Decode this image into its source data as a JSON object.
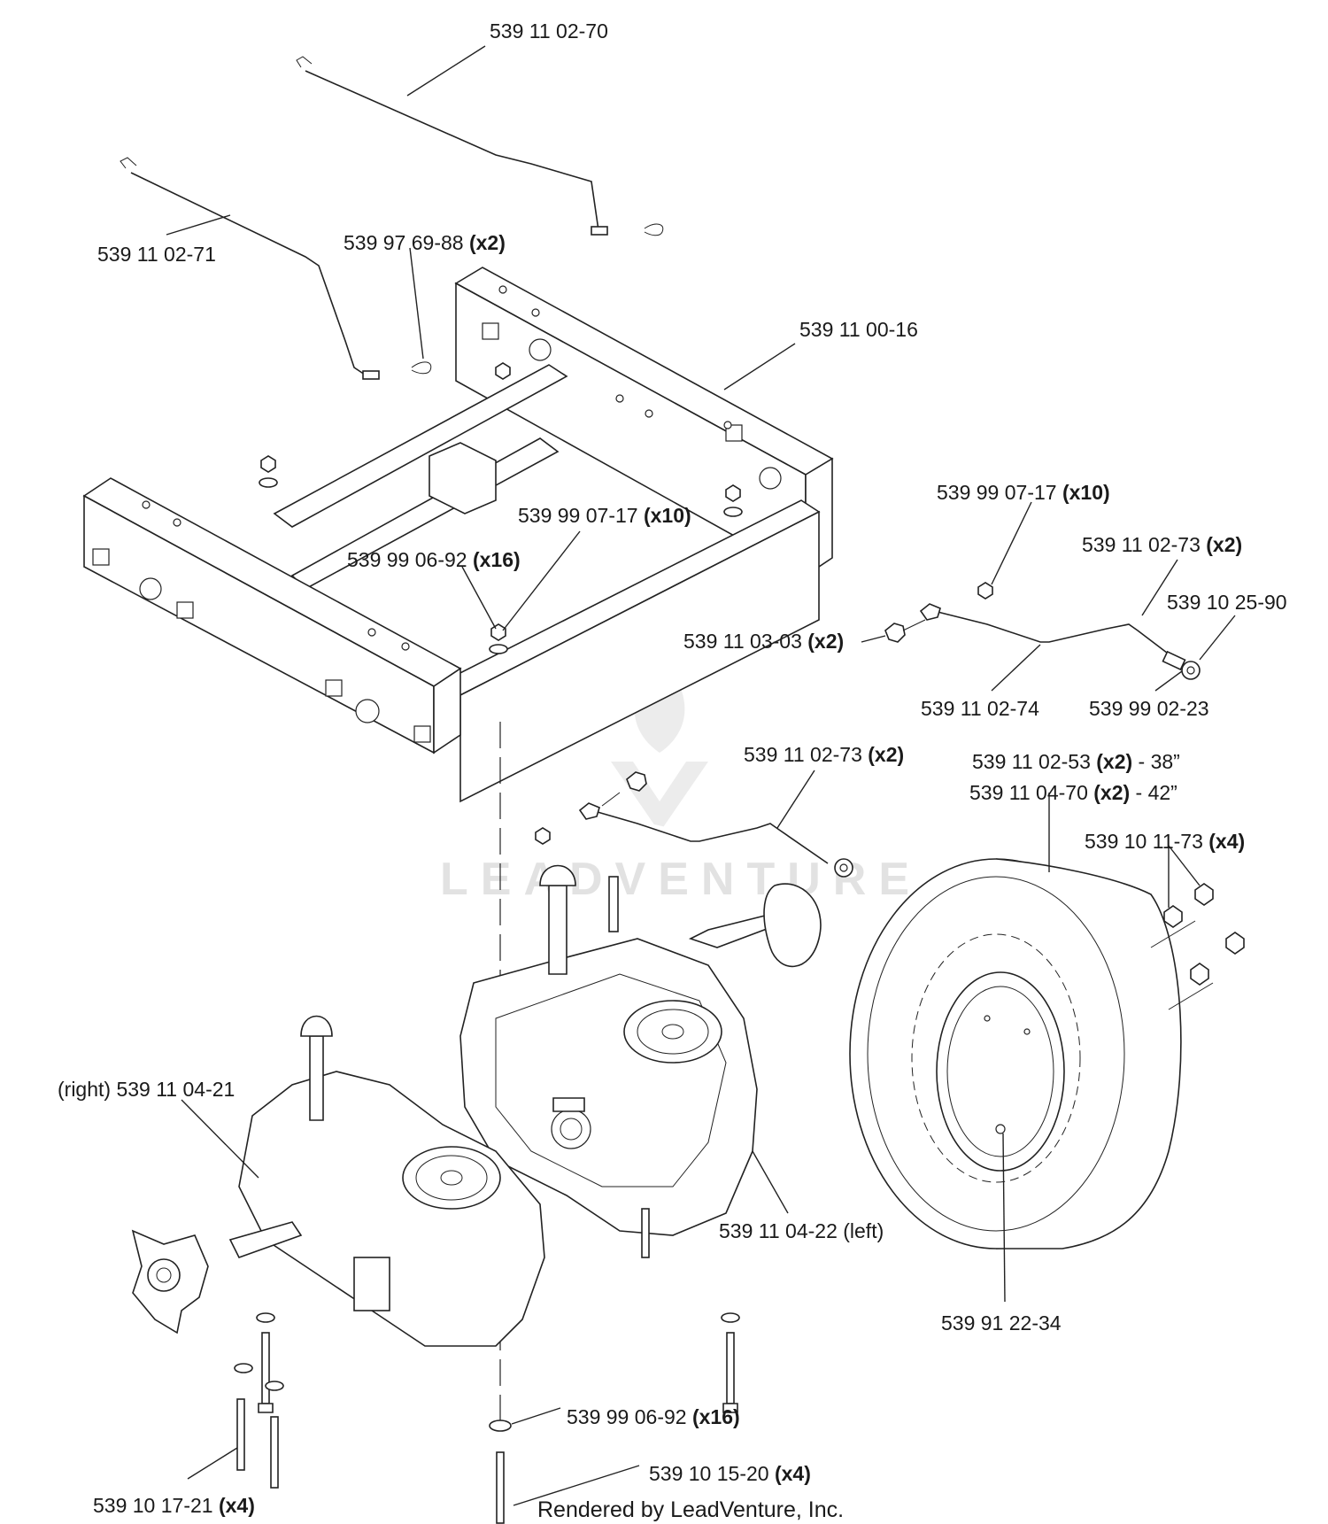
{
  "callouts": {
    "c1": {
      "num": "539 11 02-70",
      "qty": ""
    },
    "c2": {
      "num": "539 11 02-71",
      "qty": ""
    },
    "c3": {
      "num": "539 97 69-88 ",
      "qty": "(x2)"
    },
    "c4": {
      "num": "539 11 00-16",
      "qty": ""
    },
    "c5": {
      "num": "539 99 07-17 ",
      "qty": "(x10)"
    },
    "c6": {
      "num": "539 99 06-92 ",
      "qty": "(x16)"
    },
    "c7": {
      "num": "539 99 07-17 ",
      "qty": "(x10)"
    },
    "c8": {
      "num": "539 11 02-73 ",
      "qty": "(x2)"
    },
    "c9": {
      "num": "539 10 25-90",
      "qty": ""
    },
    "c10": {
      "num": "539 11 03-03 ",
      "qty": "(x2)"
    },
    "c11": {
      "num": "539 11 02-74",
      "qty": ""
    },
    "c12": {
      "num": "539 99 02-23",
      "qty": ""
    },
    "c13": {
      "num": "539 11 02-73 ",
      "qty": "(x2)"
    },
    "c14": {
      "num": "539 11 02-53 ",
      "qty": "(x2)",
      "suffix": " - 38”"
    },
    "c15": {
      "num": "539 11 04-70 ",
      "qty": "(x2)",
      "suffix": " - 42”"
    },
    "c16": {
      "num": "539 10 11-73 ",
      "qty": "(x4)"
    },
    "c17": {
      "num": "(right) 539 11 04-21",
      "qty": ""
    },
    "c18": {
      "num": "539 11 04-22 (left)",
      "qty": ""
    },
    "c19": {
      "num": "539 91 22-34",
      "qty": ""
    },
    "c20": {
      "num": "539 99 06-92 ",
      "qty": "(x16)"
    },
    "c21": {
      "num": "539 10 15-20 ",
      "qty": "(x4)"
    },
    "c22": {
      "num": "539 10 17-21 ",
      "qty": "(x4)"
    }
  },
  "footer": "Rendered by LeadVenture, Inc.",
  "watermark": "LEADVENTURE"
}
